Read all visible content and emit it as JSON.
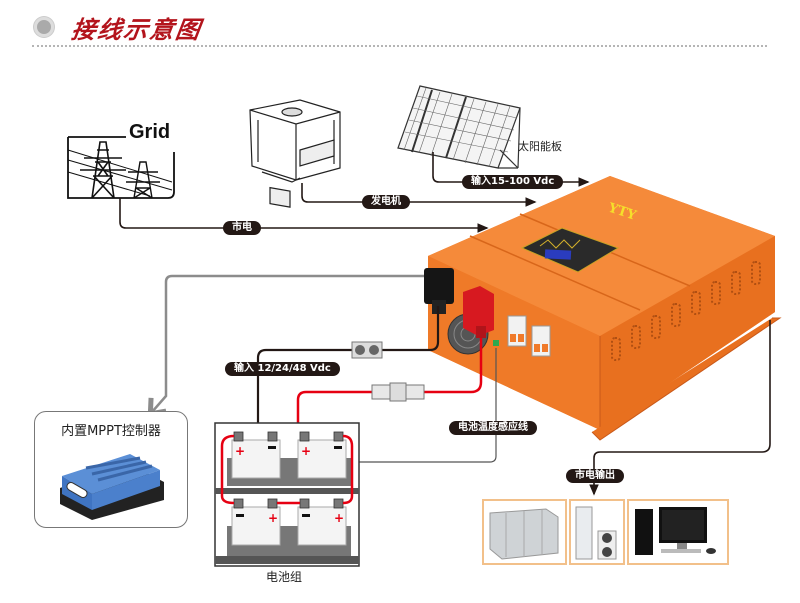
{
  "header": {
    "title": "接线示意图",
    "bullet_icon": "radio-bullet-icon"
  },
  "sources": {
    "grid": {
      "label": "Grid",
      "line_label": "市电"
    },
    "generator": {
      "line_label": "发电机"
    },
    "solar": {
      "label": "太阳能板",
      "line_label": "输入15-100 Vdc"
    }
  },
  "inverter": {
    "brand": "YTY",
    "color": "#f07a2a"
  },
  "battery": {
    "input_label": "输入 12/24/48 Vdc",
    "temp_sensor_label": "电池温度感应线",
    "bank_label": "电池组",
    "terminals": {
      "positive": "+",
      "negative": "−"
    }
  },
  "mppt": {
    "label": "内置MPPT控制器"
  },
  "output": {
    "label": "市电输出",
    "loads": [
      "distribution-cabinet",
      "air-conditioner",
      "desktop-computer"
    ]
  },
  "colors": {
    "title_red": "#b3141c",
    "wire_black": "#231815",
    "wire_red": "#e60012",
    "wire_gray": "#8c8c8c",
    "load_border": "#f2c08a"
  }
}
